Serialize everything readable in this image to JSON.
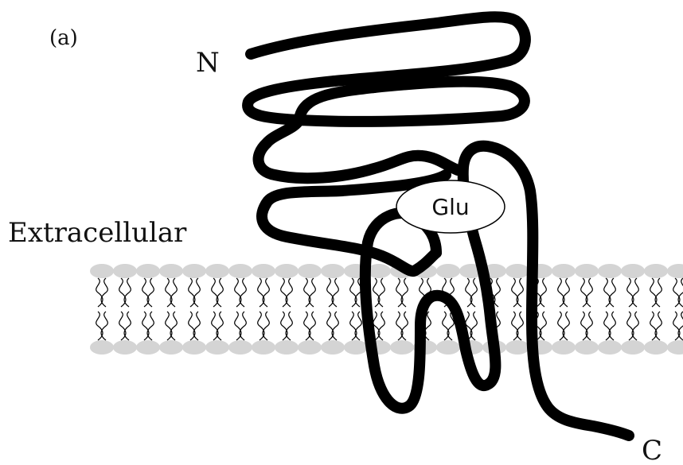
{
  "figure": {
    "panel_label": "(a)",
    "n_terminus_label": "N",
    "c_terminus_label": "C",
    "region_label": "Extracellular",
    "ligand_label": "Glu"
  },
  "colors": {
    "chain": "#000000",
    "lipid_head": "#d4d4d4",
    "lipid_tail": "#000000",
    "ligand_fill": "#ffffff",
    "background": "#ffffff"
  }
}
